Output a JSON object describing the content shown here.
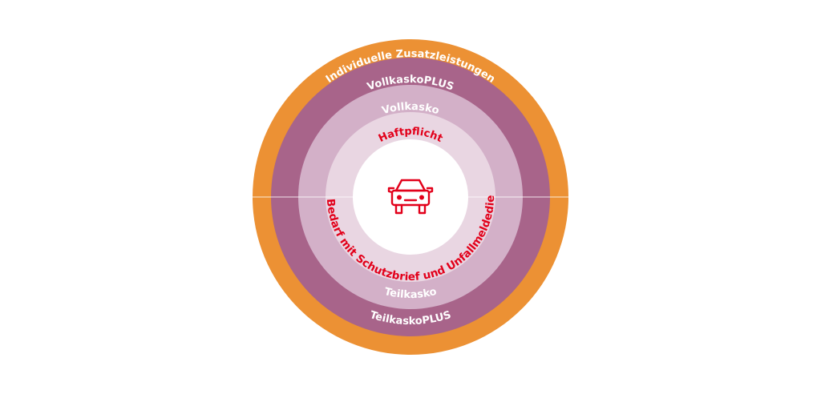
{
  "diagram": {
    "center_icon": "car-icon",
    "rings": {
      "outer": {
        "label": "Individuelle Zusatzleistungen",
        "color": "#EC9134",
        "text_color": "#FFFFFF"
      },
      "plus": {
        "top_label": "VollkaskoPLUS",
        "bottom_label": "TeilkaskoPLUS",
        "color": "#A8648A",
        "text_color": "#FFFFFF"
      },
      "kasko": {
        "top_label": "Vollkasko",
        "bottom_label": "Teilkasko",
        "color": "#D3B0C8",
        "text_color": "#FFFFFF"
      },
      "inner": {
        "top_label": "Haftpflicht",
        "bottom_label": "Bei Bedarf mit Schutzbrief und Unfallmeldedienst",
        "color": "#E9D6E2",
        "text_color": "#E2001A"
      }
    },
    "center_color": "#FFFFFF",
    "accent_color": "#E2001A"
  }
}
